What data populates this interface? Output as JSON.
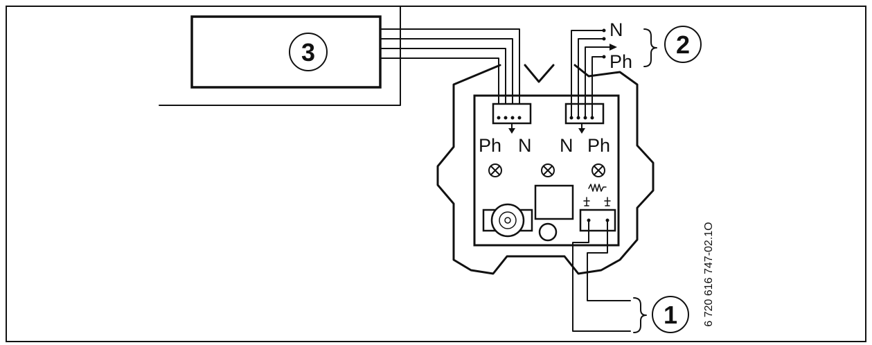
{
  "colors": {
    "ink": "#111111",
    "paper": "#ffffff"
  },
  "callouts": {
    "one": "1",
    "two": "2",
    "three": "3"
  },
  "terminals": {
    "left_phase": "Ph",
    "left_neutral": "N",
    "right_neutral": "N",
    "right_phase": "Ph"
  },
  "supply": {
    "neutral": "N",
    "phase": "Ph"
  },
  "figure_code": "6 720 616 747-02.1O",
  "icons": [
    "lamp-icon",
    "resistor-icon",
    "ground-icon",
    "arrow-icon"
  ]
}
